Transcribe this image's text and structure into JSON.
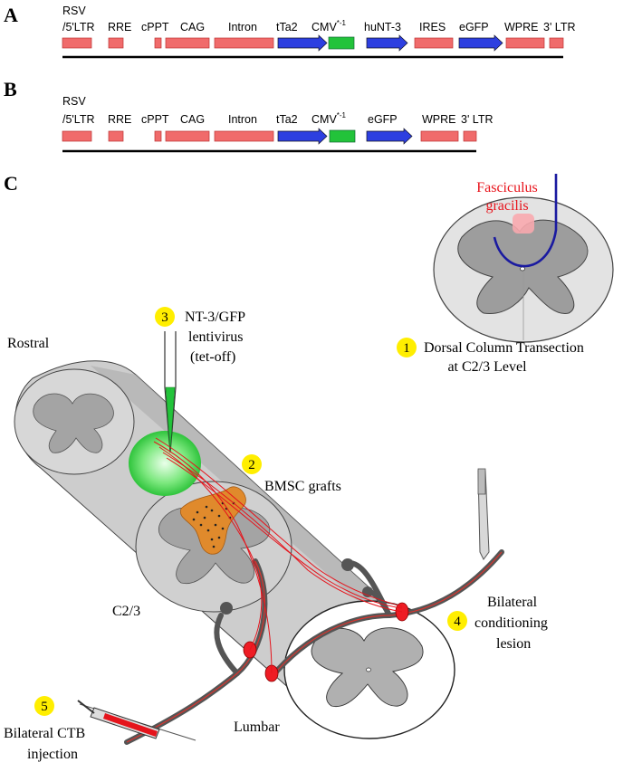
{
  "panels": {
    "a": "A",
    "b": "B",
    "c": "C"
  },
  "construct_a": {
    "rsv_line1": "RSV",
    "labels": [
      "/5'LTR",
      "RRE",
      "cPPT",
      "CAG",
      "Intron",
      "tTa2",
      "CMV",
      "huNT-3",
      "IRES",
      "eGFP",
      "WPRE",
      "3' LTR"
    ],
    "cmv_sup": "*-1"
  },
  "construct_b": {
    "rsv_line1": "RSV",
    "labels": [
      "/5'LTR",
      "RRE",
      "cPPT",
      "CAG",
      "Intron",
      "tTa2",
      "CMV",
      "eGFP",
      "WPRE",
      "3' LTR"
    ],
    "cmv_sup": "*-1"
  },
  "colors": {
    "red_element": "#f06b6b",
    "blue_arrow": "#2d3fe0",
    "green_element": "#22c33a",
    "cord_gray": "#c8c8c8",
    "graft_orange": "#e08a2c",
    "virus_green": "#3bd14a",
    "highlight_yellow": "#ffee00"
  },
  "cross_section": {
    "label_line1": "Fasciculus",
    "label_line2": "gracilis",
    "step_number": "1",
    "step_line1": "Dorsal Column Transection",
    "step_line2": "at C2/3 Level"
  },
  "diagram": {
    "rostral": "Rostral",
    "step3_number": "3",
    "step3_line1": "NT-3/GFP",
    "step3_line2": "lentivirus",
    "step3_line3": "(tet-off)",
    "step2_number": "2",
    "step2_label": "BMSC grafts",
    "c23": "C2/3",
    "step4_number": "4",
    "step4_line1": "Bilateral",
    "step4_line2": "conditioning",
    "step4_line3": "lesion",
    "step5_number": "5",
    "step5_line1": "Bilateral CTB",
    "step5_line2": "injection",
    "lumbar": "Lumbar"
  },
  "icons": [
    "pipette-icon",
    "forceps-icon",
    "syringe-icon",
    "neuron-icon"
  ]
}
